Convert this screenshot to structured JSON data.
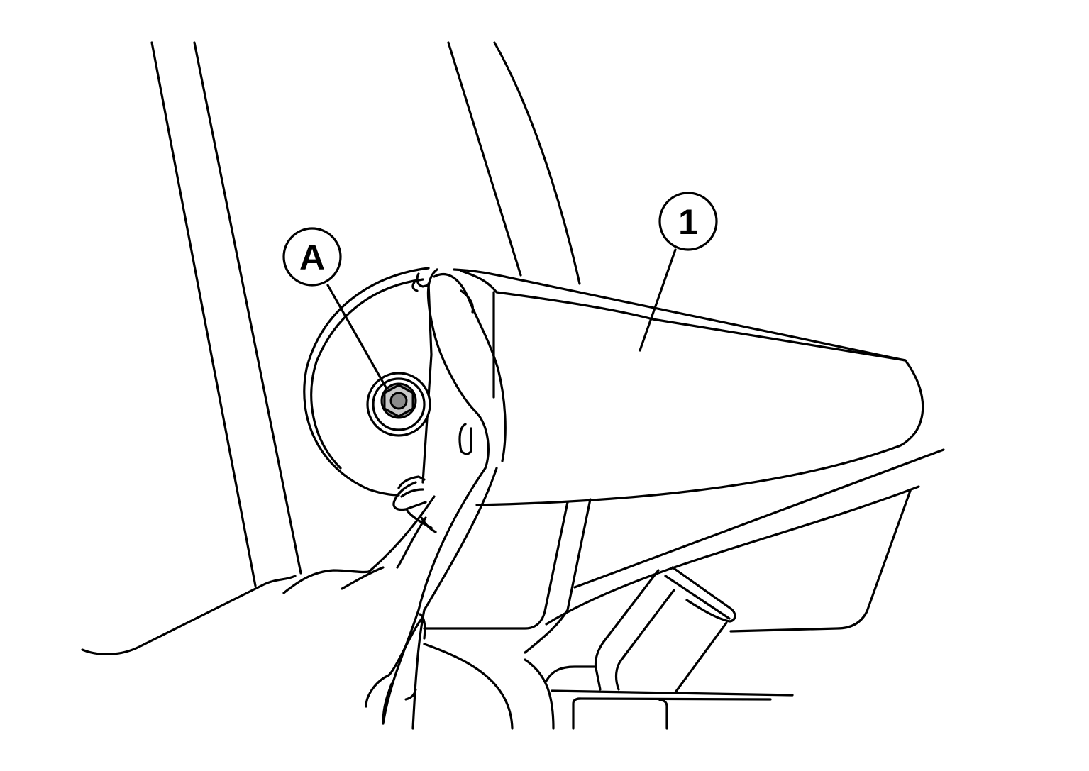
{
  "callouts": [
    {
      "id": "A",
      "label": "A"
    },
    {
      "id": "1",
      "label": "1"
    }
  ],
  "colors": {
    "line": "#000000",
    "background": "#ffffff",
    "nut": "#c8c8c8"
  }
}
